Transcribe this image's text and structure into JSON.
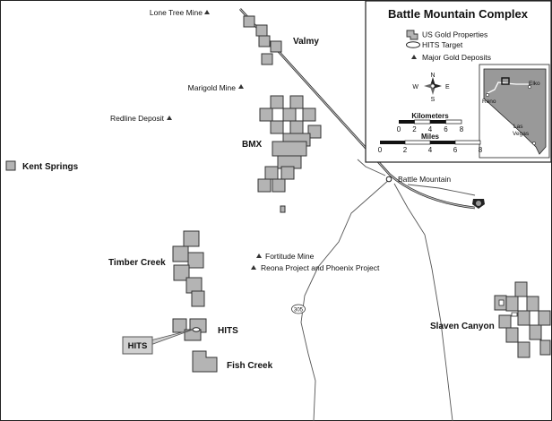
{
  "title": "Battle Mountain Complex",
  "legend": {
    "items": [
      {
        "icon": "property-polygon-icon",
        "label": "US Gold Properties"
      },
      {
        "icon": "target-ellipse-icon",
        "label": "HITS Target"
      },
      {
        "icon": "triangle-icon",
        "label": "Major Gold Deposits"
      }
    ],
    "scale_km": {
      "title": "Kilometers",
      "ticks": [
        "0",
        "2",
        "4",
        "6",
        "8"
      ]
    },
    "scale_mi": {
      "title": "Miles",
      "ticks": [
        "0",
        "2",
        "4",
        "6",
        "8"
      ]
    },
    "compass": {
      "n": "N",
      "s": "S",
      "e": "E",
      "w": "W"
    },
    "inset": {
      "elko": "Elko",
      "reno": "Reno",
      "las_vegas_1": "Las",
      "las_vegas_2": "Vegas"
    }
  },
  "properties": {
    "valmy": "Valmy",
    "bmx": "BMX",
    "kent_springs": "Kent Springs",
    "timber_creek": "Timber Creek",
    "hits": "HITS",
    "hits_callout": "HITS",
    "fish_creek": "Fish Creek",
    "slaven_canyon": "Slaven Canyon"
  },
  "deposits": {
    "lone_tree": "Lone Tree Mine",
    "marigold": "Marigold Mine",
    "redline": "Redline Deposit",
    "fortitude": "Fortitude Mine",
    "reona": "Reona Project and Phoenix Project"
  },
  "places": {
    "battle_mountain": "Battle Mountain",
    "route_305": "305"
  }
}
